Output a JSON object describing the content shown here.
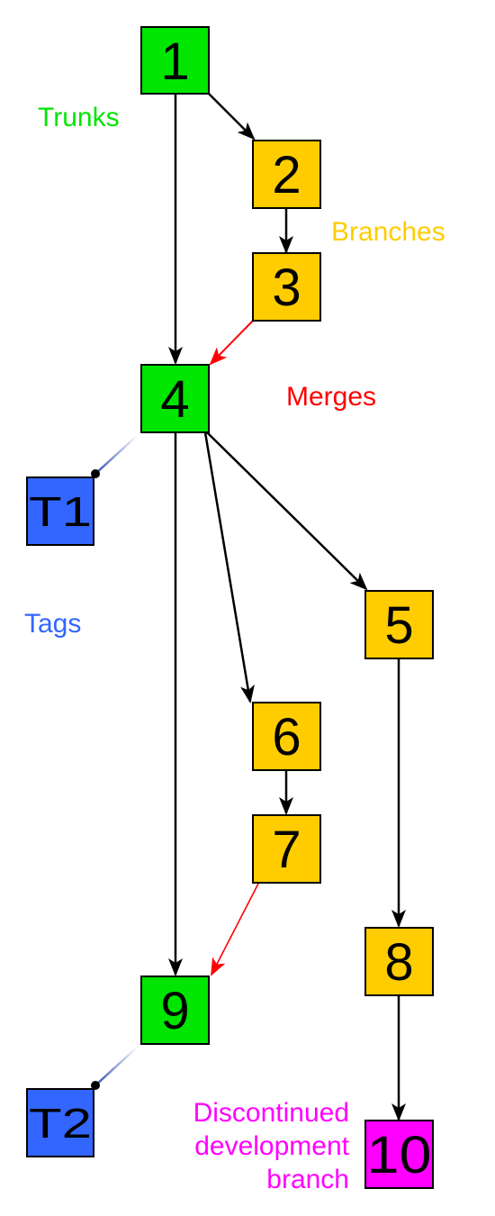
{
  "colors": {
    "trunk": "#00e600",
    "branch": "#ffcc00",
    "tag": "#3366ff",
    "discontinued": "#ff00ff",
    "merge_arrow": "#ff0000",
    "arrow": "#000000",
    "tag_link": "#6a7fb8"
  },
  "nodes": {
    "n1": "1",
    "n2": "2",
    "n3": "3",
    "n4": "4",
    "n5": "5",
    "n6": "6",
    "n7": "7",
    "n8": "8",
    "n9": "9",
    "n10": "10",
    "t1": "T1",
    "t2": "T2"
  },
  "legend": {
    "trunks": "Trunks",
    "branches": "Branches",
    "merges": "Merges",
    "tags": "Tags",
    "discontinued_line1": "Discontinued",
    "discontinued_line2": "development",
    "discontinued_line3": "branch"
  },
  "edges": [
    {
      "from": "1",
      "to": "2",
      "kind": "branch"
    },
    {
      "from": "1",
      "to": "4",
      "kind": "trunk"
    },
    {
      "from": "2",
      "to": "3",
      "kind": "branch"
    },
    {
      "from": "3",
      "to": "4",
      "kind": "merge"
    },
    {
      "from": "4",
      "to": "5",
      "kind": "branch"
    },
    {
      "from": "4",
      "to": "6",
      "kind": "branch"
    },
    {
      "from": "4",
      "to": "9",
      "kind": "trunk"
    },
    {
      "from": "6",
      "to": "7",
      "kind": "branch"
    },
    {
      "from": "7",
      "to": "9",
      "kind": "merge"
    },
    {
      "from": "5",
      "to": "8",
      "kind": "branch"
    },
    {
      "from": "8",
      "to": "10",
      "kind": "branch"
    },
    {
      "from": "4",
      "to": "T1",
      "kind": "tag"
    },
    {
      "from": "9",
      "to": "T2",
      "kind": "tag"
    }
  ]
}
